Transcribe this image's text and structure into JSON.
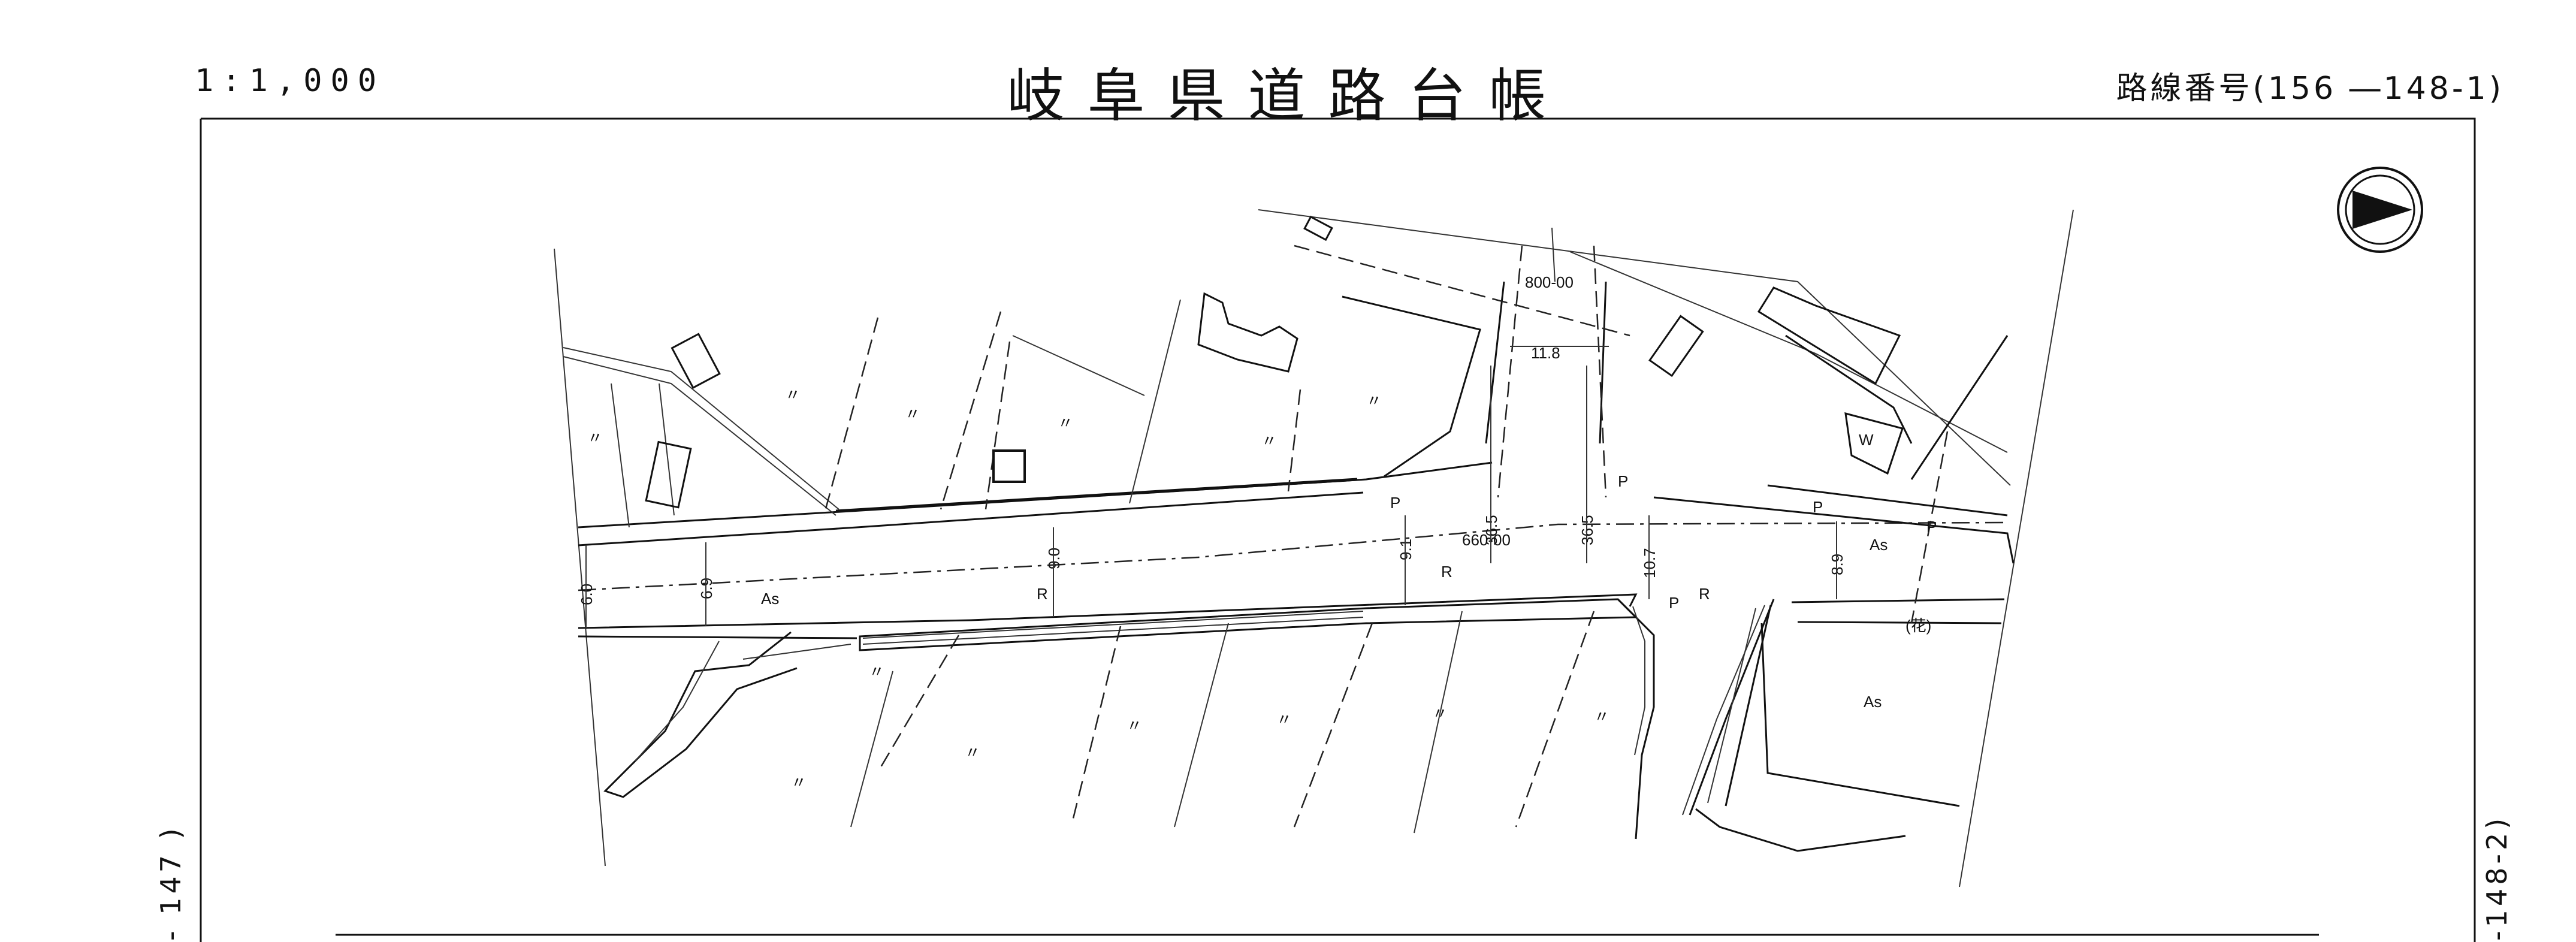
{
  "header": {
    "scale": "1:1,000",
    "title": "岐阜県道路台帳",
    "route_number": "路線番号(156 ―148-1)"
  },
  "edges": {
    "left_ref": "- 147 )",
    "right_ref": "-148-2)"
  },
  "map": {
    "north_arrow": "north-arrow-icon",
    "surface_labels": {
      "as_main": "As",
      "as_right": "As",
      "as_lot": "As"
    },
    "lane_labels": {
      "r1": "R",
      "r2": "R",
      "r3": "R",
      "p1": "P",
      "p2": "P",
      "p3": "P",
      "p4": "P",
      "p5": "P"
    },
    "stations": {
      "upper": "800-00",
      "lower": "660-00"
    },
    "widths": {
      "w60": "6.0",
      "w69": "6.9",
      "w90": "9.0",
      "w91": "9.1",
      "w365a": "36.5",
      "w365b": "36.5",
      "w107": "10.7",
      "w89": "8.9",
      "w118": "11.8"
    },
    "parcel_mark": "〃",
    "water_mark": "W",
    "flower_mark": "(花)"
  }
}
